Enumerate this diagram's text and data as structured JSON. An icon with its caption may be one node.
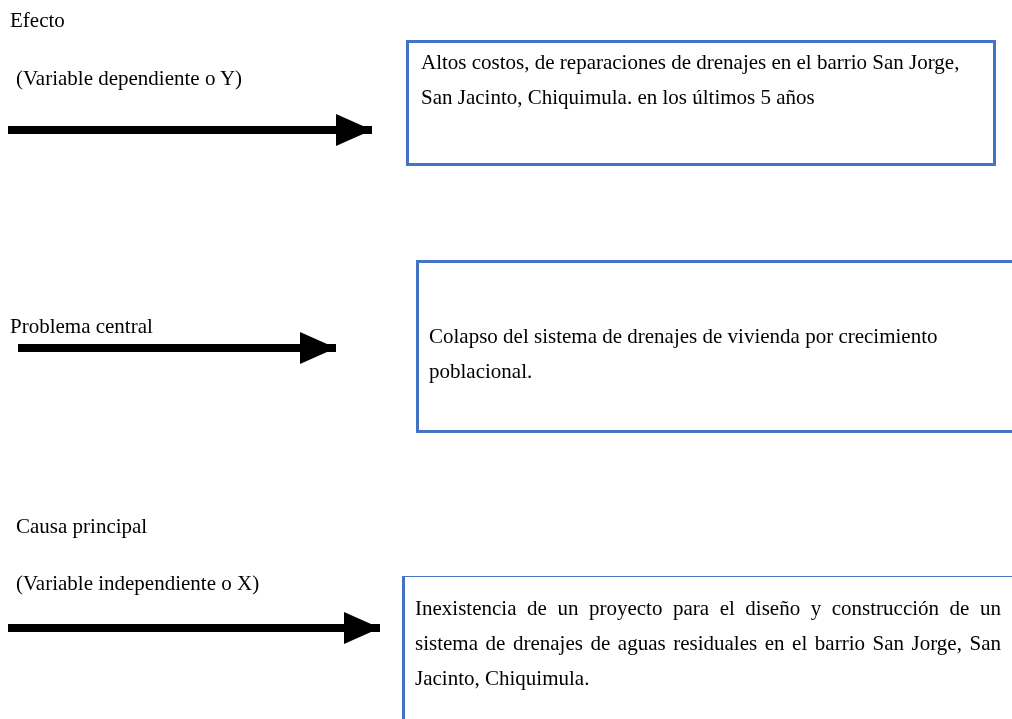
{
  "diagram": {
    "nodes": [
      {
        "text": [
          "Altos costos, de reparaciones de drenajes en el barrio San Jorge, San Jacinto, Chiquimula. en los últimos 5 años"
        ]
      },
      {
        "text": [
          "Colapso del sistema de drenajes de vivienda por crecimiento poblacional."
        ]
      },
      {
        "text": [
          "Inexistencia de un proyecto para el diseño y construcción de un sistema de drenajes de aguas residuales en el barrio San Jorge, San Jacinto, Chiquimula."
        ]
      }
    ],
    "edges": [
      {
        "from": null,
        "to": 0,
        "arrow": "to"
      },
      {
        "from": null,
        "to": 1,
        "arrow": "to"
      },
      {
        "from": null,
        "to": 2,
        "arrow": "to"
      }
    ],
    "labels": [
      "Efecto",
      "(Variable dependiente o Y)",
      "Problema central",
      "Causa principal",
      "(Variable independiente o X)"
    ]
  }
}
